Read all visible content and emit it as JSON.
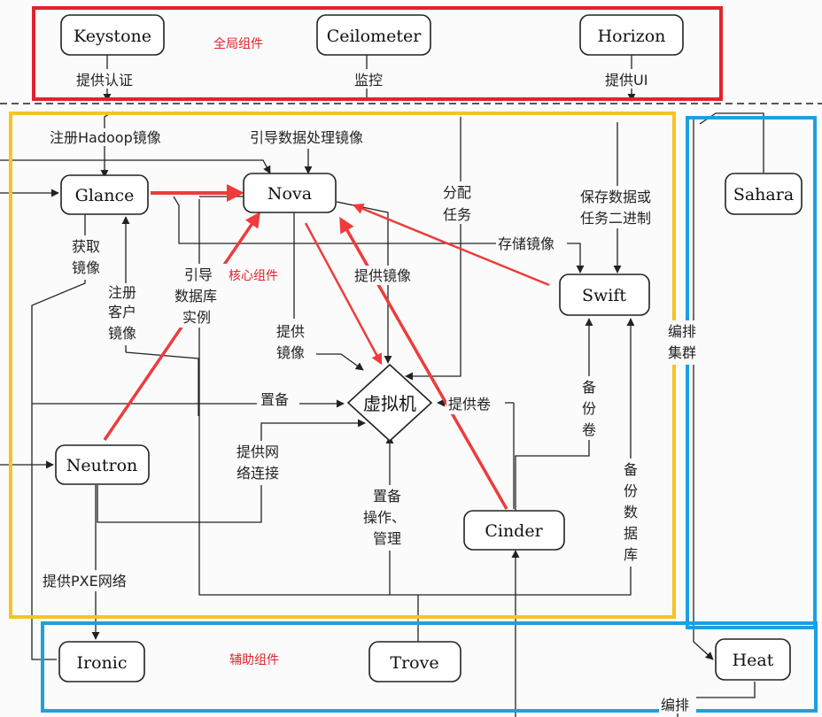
{
  "colors": {
    "global": "#e3222c",
    "core": "#f7c325",
    "aux": "#1d9fe0",
    "red_arrow": "#ee3b3b",
    "line": "#222222"
  },
  "regions": {
    "global": "全局组件",
    "core": "核心组件",
    "aux": "辅助组件"
  },
  "nodes": {
    "keystone": "Keystone",
    "ceilometer": "Ceilometer",
    "horizon": "Horizon",
    "glance": "Glance",
    "nova": "Nova",
    "sahara": "Sahara",
    "swift": "Swift",
    "vm": "虚拟机",
    "neutron": "Neutron",
    "cinder": "Cinder",
    "ironic": "Ironic",
    "trove": "Trove",
    "heat": "Heat"
  },
  "labels": {
    "auth": "提供认证",
    "monitor": "监控",
    "ui": "提供UI",
    "reg_hadoop": "注册Hadoop镜像",
    "boot_image": "引导数据处理镜像",
    "assign1": "分配",
    "assign2": "任务",
    "save1": "保存数据或",
    "save2": "任务二进制",
    "store_image": "存储镜像",
    "get1": "获取",
    "get2": "镜像",
    "reg_client1": "注册",
    "reg_client2": "客户",
    "reg_client3": "镜像",
    "boot_db1": "引导",
    "boot_db2": "数据库",
    "boot_db3": "实例",
    "provide_image": "提供镜像",
    "provide_image2_1": "提供",
    "provide_image2_2": "镜像",
    "provision": "置备",
    "provide_volume": "提供卷",
    "backup_vol1": "备",
    "backup_vol2": "份",
    "backup_vol3": "卷",
    "net1": "提供网",
    "net2": "络连接",
    "prov_op1": "置备",
    "prov_op2": "操作、",
    "prov_op3": "管理",
    "backup_db1": "备",
    "backup_db2": "份",
    "backup_db3": "数",
    "backup_db4": "据",
    "backup_db5": "库",
    "pxe": "提供PXE网络",
    "orch_cluster1": "编排",
    "orch_cluster2": "集群",
    "orch": "编排"
  }
}
